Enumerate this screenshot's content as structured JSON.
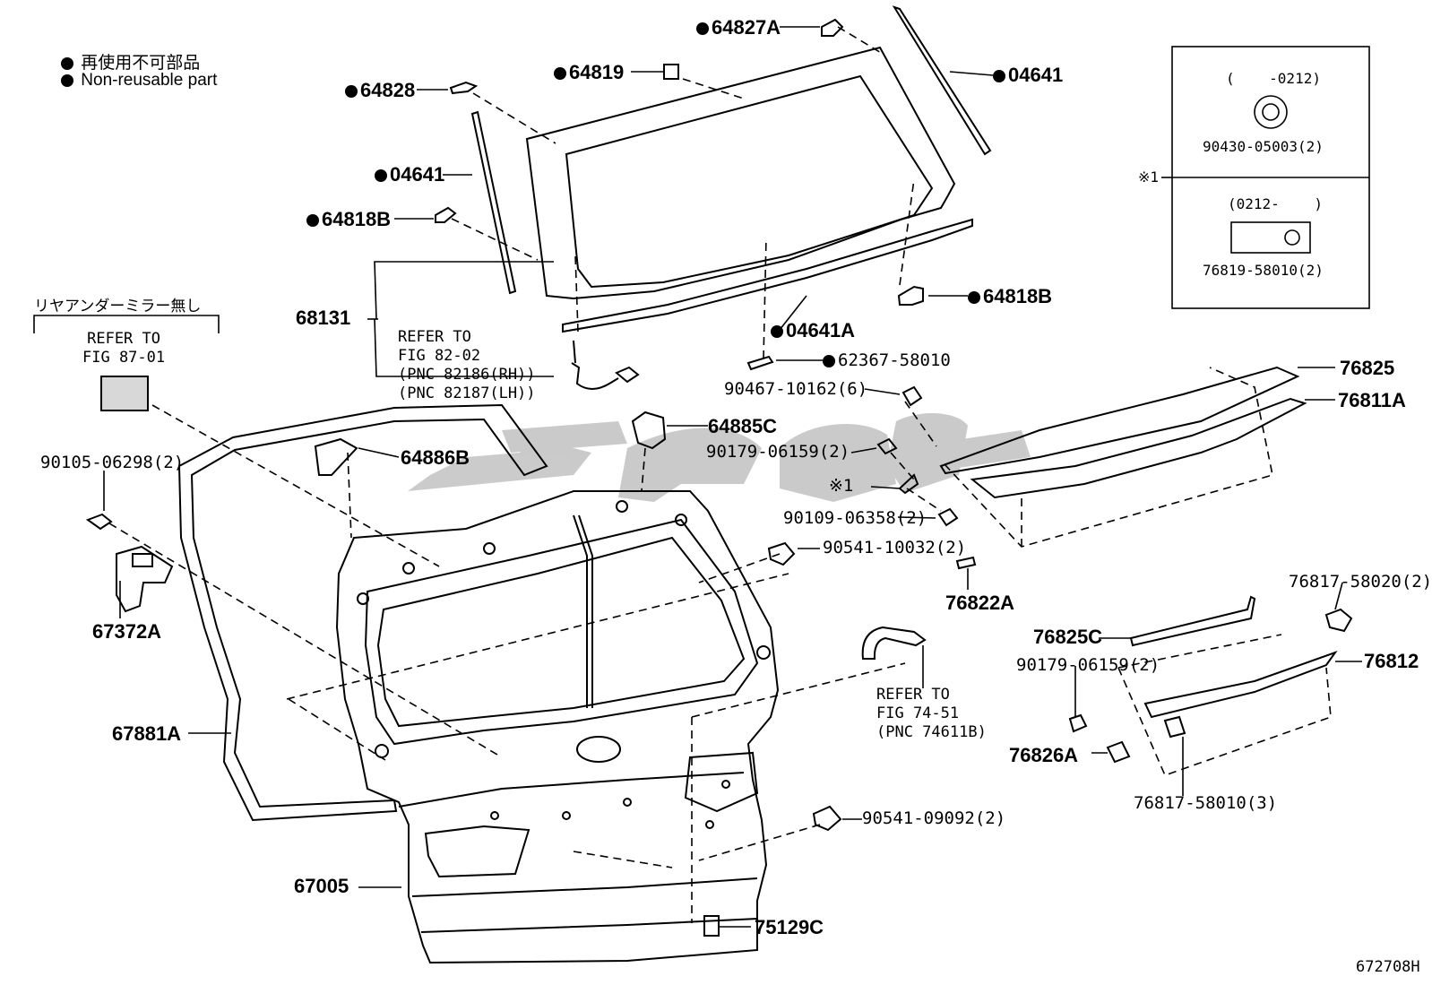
{
  "legend": {
    "line_jp": "再使用不可部品",
    "line_en": "Non-reusable part"
  },
  "figure_code": "672708H",
  "parts": {
    "p64827A": "64827A",
    "p04641_top": "04641",
    "p64819": "64819",
    "p64828": "64828",
    "p04641_left": "04641",
    "p64818B_left": "64818B",
    "p68131": "68131",
    "p64818B_right": "64818B",
    "p04641A": "04641A",
    "p62367": "62367-58010",
    "p90467": "90467-10162(6)",
    "p76825": "76825",
    "p76811A": "76811A",
    "p64885C": "64885C",
    "p64886B": "64886B",
    "p90179_top": "90179-06159(2)",
    "note_mark_mid": "※1",
    "p90109": "90109-06358(2)",
    "p90541_10032": "90541-10032(2)",
    "p76822A": "76822A",
    "p90105": "90105-06298(2)",
    "p67372A": "67372A",
    "p67881A": "67881A",
    "p76817_58020": "76817-58020(2)",
    "p76825C": "76825C",
    "p76812": "76812",
    "p90179_bot": "90179-06159(2)",
    "p76826A": "76826A",
    "p76817_58010": "76817-58010(3)",
    "p90541_09092": "90541-09092(2)",
    "p67005": "67005",
    "p75129C": "75129C"
  },
  "refs": {
    "ref_87_header_jp": "リヤアンダーミラー無し",
    "ref_87": "REFER TO\nFIG 87-01",
    "ref_82": "REFER TO\nFIG 82-02\n(PNC 82186(RH))\n(PNC 82187(LH))",
    "ref_74": "REFER TO\nFIG 74-51\n(PNC 74611B)"
  },
  "variant_box": {
    "note_mark": "※1",
    "top_range": "(    -0212)",
    "top_part": "90430-05003(2)",
    "bottom_range": "(0212-    )",
    "bottom_part": "76819-58010(2)"
  }
}
